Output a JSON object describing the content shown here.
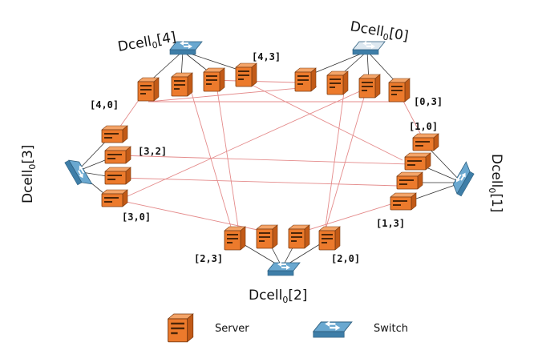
{
  "cells": [
    {
      "id": "cell-0",
      "name_main": "Dcell",
      "name_sub": "0",
      "name_index": "[0]",
      "switch_color": "#dde8f0"
    },
    {
      "id": "cell-1",
      "name_main": "Dcell",
      "name_sub": "0",
      "name_index": "[1]",
      "switch_color": "#6aa8d0"
    },
    {
      "id": "cell-2",
      "name_main": "Dcell",
      "name_sub": "0",
      "name_index": "[2]",
      "switch_color": "#6aa8d0"
    },
    {
      "id": "cell-3",
      "name_main": "Dcell",
      "name_sub": "0",
      "name_index": "[3]",
      "switch_color": "#6aa8d0"
    },
    {
      "id": "cell-4",
      "name_main": "Dcell",
      "name_sub": "0",
      "name_index": "[4]",
      "switch_color": "#6aa8d0"
    }
  ],
  "server_labels": {
    "s40": "[4,0]",
    "s43": "[4,3]",
    "s03": "[0,3]",
    "s10": "[1,0]",
    "s13": "[1,3]",
    "s20": "[2,0]",
    "s23": "[2,3]",
    "s30": "[3,0]",
    "s32": "[3,2]"
  },
  "legend": {
    "server_label": "Server",
    "switch_label": "Switch"
  },
  "colors": {
    "server": "#ec7a2c",
    "switch": "#6aa8d0",
    "inter_cell_link": "#e48b8b"
  },
  "icons": {
    "server": "server-icon",
    "switch": "switch-icon"
  }
}
